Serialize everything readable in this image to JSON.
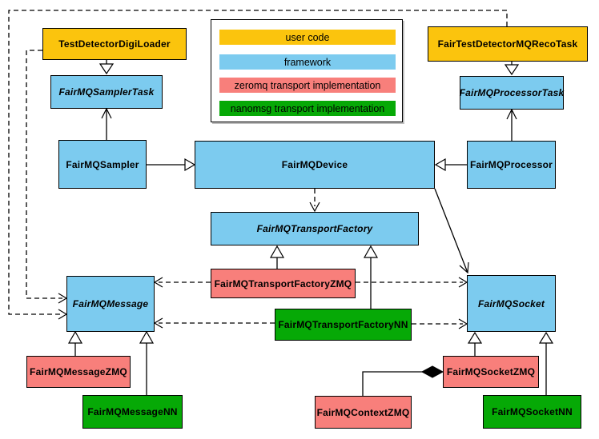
{
  "colors": {
    "user": "#FBC40D",
    "framework": "#7CCBEF",
    "zeromq": "#F87F7B",
    "nanomsg": "#06A906",
    "line": "#000000",
    "background": "#FFFFFF"
  },
  "diagram": {
    "legend": {
      "items": [
        {
          "label": "user code",
          "color": "#FBC40D"
        },
        {
          "label": "framework",
          "color": "#7CCBEF"
        },
        {
          "label": "zeromq transport implementation",
          "color": "#F87F7B"
        },
        {
          "label": "nanomsg transport implementation",
          "color": "#06A906"
        }
      ]
    },
    "nodes": [
      {
        "label": "TestDetectorDigiLoader",
        "category": "user code",
        "abstract": false
      },
      {
        "label": "FairTestDetectorMQRecoTask",
        "category": "user code",
        "abstract": false
      },
      {
        "label": "FairMQSamplerTask",
        "category": "framework",
        "abstract": true
      },
      {
        "label": "FairMQProcessorTask",
        "category": "framework",
        "abstract": true
      },
      {
        "label": "FairMQSampler",
        "category": "framework",
        "abstract": false
      },
      {
        "label": "FairMQDevice",
        "category": "framework",
        "abstract": false
      },
      {
        "label": "FairMQProcessor",
        "category": "framework",
        "abstract": false
      },
      {
        "label": "FairMQTransportFactory",
        "category": "framework",
        "abstract": true
      },
      {
        "label": "FairMQTransportFactoryZMQ",
        "category": "zeromq transport implementation",
        "abstract": false
      },
      {
        "label": "FairMQTransportFactoryNN",
        "category": "nanomsg transport implementation",
        "abstract": false
      },
      {
        "label": "FairMQMessage",
        "category": "framework",
        "abstract": true
      },
      {
        "label": "FairMQSocket",
        "category": "framework",
        "abstract": true
      },
      {
        "label": "FairMQMessageZMQ",
        "category": "zeromq transport implementation",
        "abstract": false
      },
      {
        "label": "FairMQMessageNN",
        "category": "nanomsg transport implementation",
        "abstract": false
      },
      {
        "label": "FairMQContextZMQ",
        "category": "zeromq transport implementation",
        "abstract": false
      },
      {
        "label": "FairMQSocketZMQ",
        "category": "zeromq transport implementation",
        "abstract": false
      },
      {
        "label": "FairMQSocketNN",
        "category": "nanomsg transport implementation",
        "abstract": false
      }
    ],
    "relationships": [
      {
        "from": "TestDetectorDigiLoader",
        "to": "FairMQSamplerTask",
        "type": "generalization"
      },
      {
        "from": "FairTestDetectorMQRecoTask",
        "to": "FairMQProcessorTask",
        "type": "generalization"
      },
      {
        "from": "FairMQSampler",
        "to": "FairMQSamplerTask",
        "type": "association"
      },
      {
        "from": "FairMQProcessor",
        "to": "FairMQProcessorTask",
        "type": "association"
      },
      {
        "from": "FairMQSampler",
        "to": "FairMQDevice",
        "type": "generalization"
      },
      {
        "from": "FairMQProcessor",
        "to": "FairMQDevice",
        "type": "generalization"
      },
      {
        "from": "FairMQDevice",
        "to": "FairMQTransportFactory",
        "type": "dependency-dashed"
      },
      {
        "from": "FairMQDevice",
        "to": "FairMQSocket",
        "type": "association"
      },
      {
        "from": "FairMQTransportFactoryZMQ",
        "to": "FairMQTransportFactory",
        "type": "generalization"
      },
      {
        "from": "FairMQTransportFactoryNN",
        "to": "FairMQTransportFactory",
        "type": "generalization"
      },
      {
        "from": "FairMQTransportFactoryZMQ",
        "to": "FairMQMessage",
        "type": "dependency-dashed"
      },
      {
        "from": "FairMQTransportFactoryZMQ",
        "to": "FairMQSocket",
        "type": "dependency-dashed"
      },
      {
        "from": "FairMQTransportFactoryNN",
        "to": "FairMQMessage",
        "type": "dependency-dashed"
      },
      {
        "from": "FairMQTransportFactoryNN",
        "to": "FairMQSocket",
        "type": "dependency-dashed"
      },
      {
        "from": "FairMQMessageZMQ",
        "to": "FairMQMessage",
        "type": "generalization"
      },
      {
        "from": "FairMQMessageNN",
        "to": "FairMQMessage",
        "type": "generalization"
      },
      {
        "from": "FairMQSocketZMQ",
        "to": "FairMQSocket",
        "type": "generalization"
      },
      {
        "from": "FairMQSocketNN",
        "to": "FairMQSocket",
        "type": "generalization"
      },
      {
        "from": "FairMQContextZMQ",
        "to": "FairMQSocketZMQ",
        "type": "composition"
      },
      {
        "from": "TestDetectorDigiLoader",
        "to": "FairMQMessage",
        "type": "dependency-dashed"
      },
      {
        "from": "FairTestDetectorMQRecoTask",
        "to": "FairMQMessage",
        "type": "dependency-dashed"
      }
    ]
  }
}
